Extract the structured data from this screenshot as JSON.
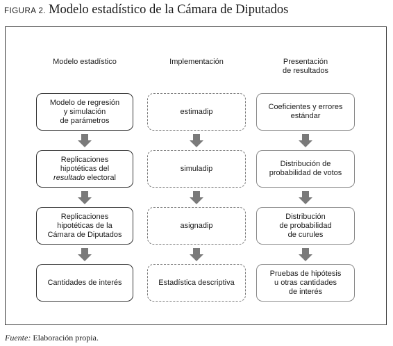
{
  "caption": {
    "label": "FIGURA 2.",
    "title": "Modelo estadístico de la Cámara de Diputados"
  },
  "columns": {
    "col1": {
      "header": [
        "Modelo estadístico"
      ]
    },
    "col2": {
      "header": [
        "Implementación"
      ]
    },
    "col3": {
      "header": [
        "Presentación",
        "de resultados"
      ]
    }
  },
  "col1_boxes": [
    {
      "lines": [
        "Modelo de regresión",
        "y simulación",
        "de parámetros"
      ]
    },
    {
      "lines": [
        "Replicaciones",
        "hipotéticas del"
      ],
      "italic_line": "resultado",
      "italic_rest": " electoral"
    },
    {
      "lines": [
        "Replicaciones",
        "hipotéticas de la",
        "Cámara de Diputados"
      ]
    },
    {
      "lines": [
        "Cantidades de interés"
      ]
    }
  ],
  "col2_boxes": [
    {
      "lines": [
        "estimadip"
      ]
    },
    {
      "lines": [
        "simuladip"
      ]
    },
    {
      "lines": [
        "asignadip"
      ]
    },
    {
      "lines": [
        "Estadística descriptiva"
      ]
    }
  ],
  "col3_boxes": [
    {
      "lines": [
        "Coeficientes y errores",
        "estándar"
      ]
    },
    {
      "lines": [
        "Distribución de",
        "probabilidad de votos"
      ]
    },
    {
      "lines": [
        "Distribución",
        "de probabilidad",
        "de curules"
      ]
    },
    {
      "lines": [
        "Pruebas de hipótesis",
        "u otras cantidades",
        "de interés"
      ]
    }
  ],
  "source": {
    "label": "Fuente:",
    "text": " Elaboración propia."
  },
  "colors": {
    "arrow": "#7a7a7a"
  }
}
